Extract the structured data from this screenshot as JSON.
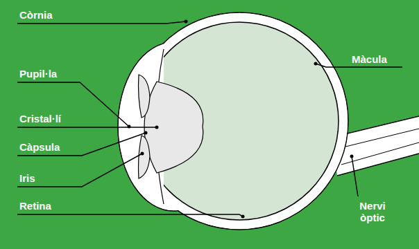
{
  "diagram": {
    "labels": [
      "Còrnia",
      "Màcula",
      "Pupil·la",
      "Cristal·lí",
      "Càpsula",
      "Iris",
      "Retina",
      "Nervi òptic"
    ]
  }
}
